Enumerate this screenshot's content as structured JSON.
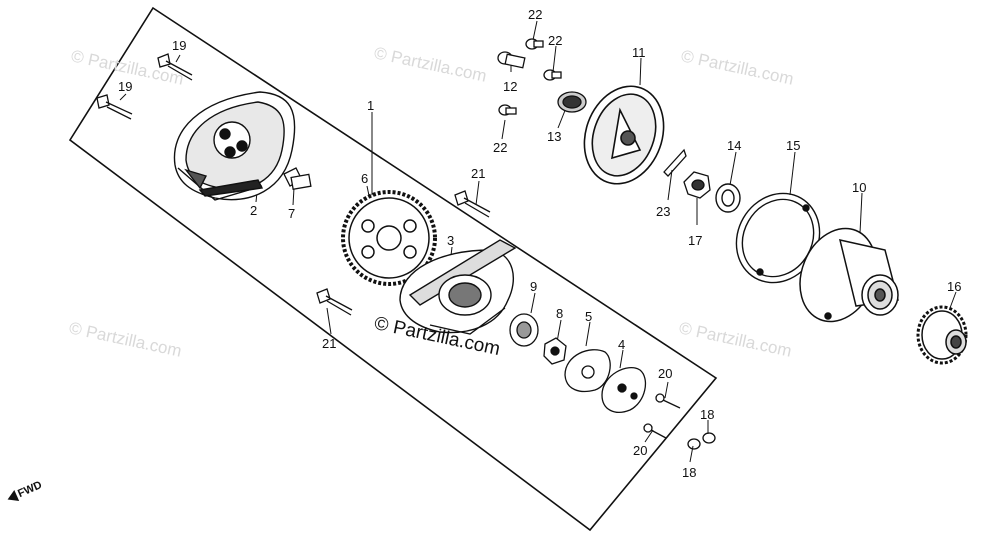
{
  "watermark": {
    "main": "© Partzilla.com",
    "faded": "© Partzilla.com"
  },
  "fwd_label": "FWD",
  "callouts": {
    "p1": "1",
    "p2": "2",
    "p3": "3",
    "p4": "4",
    "p5": "5",
    "p6": "6",
    "p7": "7",
    "p8": "8",
    "p9": "9",
    "p10": "10",
    "p11": "11",
    "p12": "12",
    "p13": "13",
    "p15": "15",
    "p14": "14",
    "p16": "16",
    "p17": "17",
    "p18a": "18",
    "p18b": "18",
    "p19a": "19",
    "p19b": "19",
    "p20a": "20",
    "p20b": "20",
    "p21a": "21",
    "p21b": "21",
    "p22a": "22",
    "p22b": "22",
    "p22c": "22",
    "p23": "23"
  }
}
